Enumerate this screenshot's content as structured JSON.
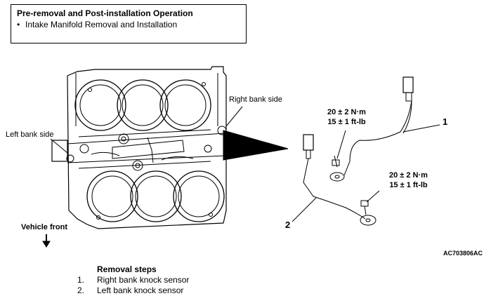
{
  "operation_box": {
    "title": "Pre-removal and Post-installation Operation",
    "items": [
      "Intake Manifold Removal and Installation"
    ]
  },
  "labels": {
    "right_bank": "Right bank side",
    "left_bank": "Left bank side",
    "vehicle_front": "Vehicle front"
  },
  "torque_specs": [
    {
      "nm": "20 ± 2 N·m",
      "ftlb": "15 ± 1 ft-lb"
    },
    {
      "nm": "20 ± 2 N·m",
      "ftlb": "15 ± 1 ft-lb"
    }
  ],
  "callouts": [
    "1",
    "2"
  ],
  "figure_code": "AC703806AC",
  "removal_steps": {
    "title": "Removal steps",
    "steps": [
      {
        "num": "1.",
        "text": "Right bank knock sensor"
      },
      {
        "num": "2.",
        "text": "Left bank knock sensor"
      }
    ]
  },
  "colors": {
    "line": "#000000",
    "background": "#ffffff"
  }
}
